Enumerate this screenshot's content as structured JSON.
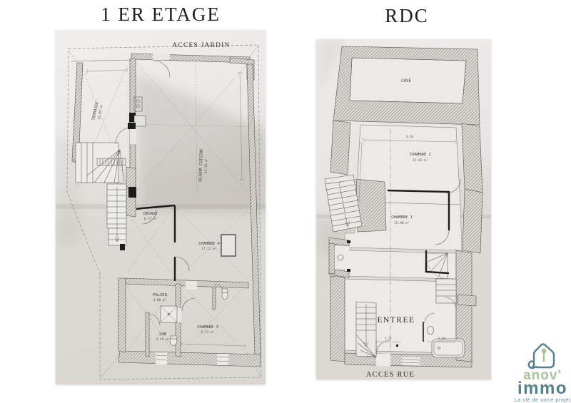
{
  "titles": {
    "left": "1 ER ETAGE",
    "right": "RDC"
  },
  "left_plan": {
    "access_label": "ACCES JARDIN",
    "rooms": [
      {
        "name": "TERRASSE",
        "area": "13.84 m²"
      },
      {
        "name": "SEJOUR CUISINE",
        "area": "43.34 m²"
      },
      {
        "name": "DEGAGT",
        "area": "8.17 m²"
      },
      {
        "name": "CHAMBRE 4",
        "area": "17.11 m²"
      },
      {
        "name": "PALIER",
        "area": "4.08 m²"
      },
      {
        "name": "SDB",
        "area": "4.50 m²"
      },
      {
        "name": "CHAMBRE 3",
        "area": "9.13 m²"
      }
    ]
  },
  "right_plan": {
    "access_label": "ACCES RUE",
    "rooms": [
      {
        "name": "CAVE"
      },
      {
        "name": "CHAMBRE 2",
        "area": "15.66 m²"
      },
      {
        "name": "CHAMBRE 1",
        "area": "15.98 m²"
      },
      {
        "name": "ENTREE"
      }
    ],
    "dimensions": {
      "top_width": "4.30",
      "bottom_left": "1.71",
      "bottom_right": "1.68"
    }
  },
  "logo": {
    "brand_line1": "anov'",
    "brand_line2": "immo",
    "tagline": "La clé de votre projet",
    "colors": {
      "green": "#a9c298",
      "teal": "#53808f"
    }
  }
}
